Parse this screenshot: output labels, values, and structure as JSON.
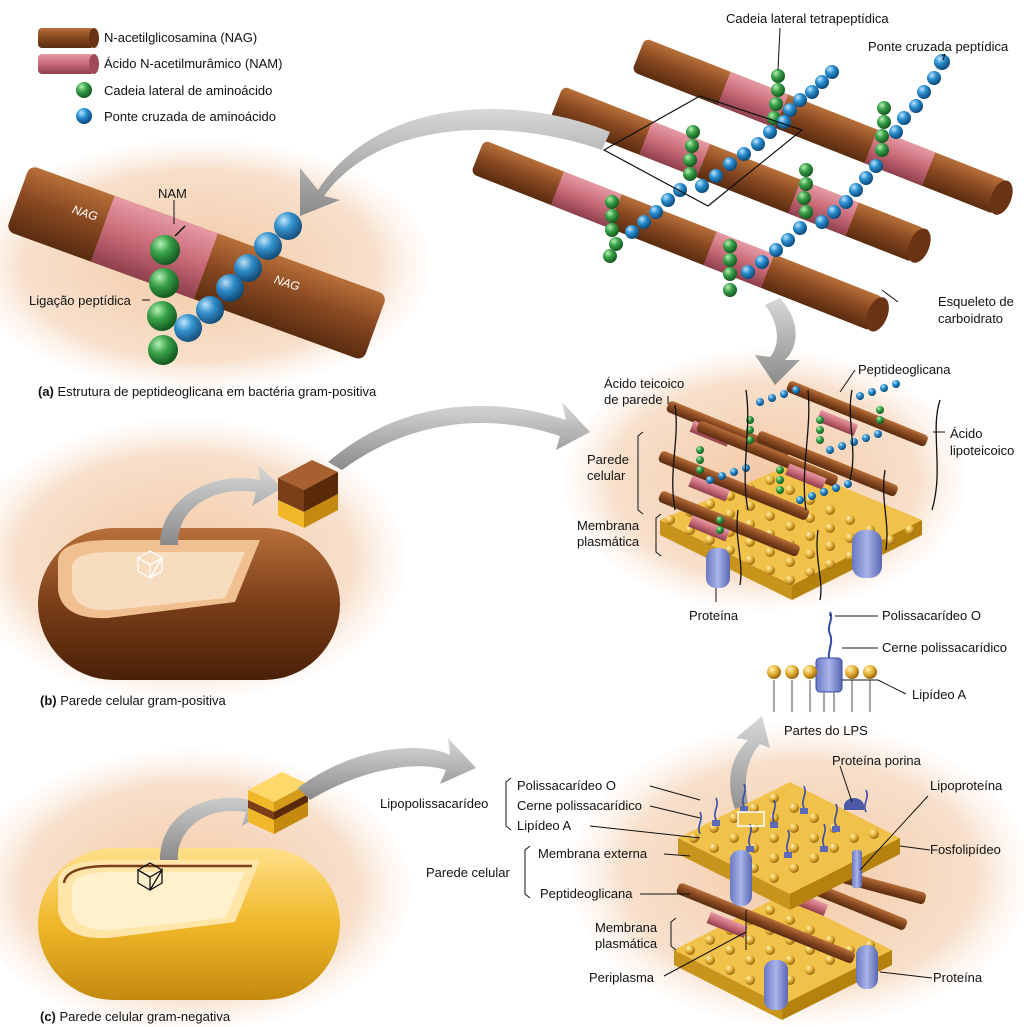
{
  "legend": {
    "nag": "N-acetilglicosamina (NAG)",
    "nam": "Ácido N-acetilmurâmico (NAM)",
    "side_chain": "Cadeia lateral de aminoácido",
    "cross_bridge": "Ponte cruzada de aminoácido"
  },
  "top_labels": {
    "tetrapeptide": "Cadeia lateral tetrapeptídica",
    "peptide_bridge": "Ponte cruzada peptídica",
    "carb_backbone_1": "Esqueleto de",
    "carb_backbone_2": "carboidrato"
  },
  "zoom_labels": {
    "nam": "NAM",
    "nag_left": "NAG",
    "nag_right": "NAG",
    "peptide_bond": "Ligação peptídica"
  },
  "captions": {
    "a_letter": "(a)",
    "a_text": "Estrutura de peptideoglicana em bactéria gram-positiva",
    "b_letter": "(b)",
    "b_text": "Parede celular gram-positiva",
    "c_letter": "(c)",
    "c_text": "Parede celular gram-negativa"
  },
  "gram_positive_labels": {
    "teichoic_1": "Ácido teicoico",
    "teichoic_2": "de parede",
    "peptidoglycan": "Peptideoglicana",
    "cell_wall_1": "Parede",
    "cell_wall_2": "celular",
    "lipoteichoic_1": "Ácido",
    "lipoteichoic_2": "lipoteicoico",
    "membrane_1": "Membrana",
    "membrane_2": "plasmática",
    "protein": "Proteína"
  },
  "lps_labels": {
    "o_polysaccharide": "Polissacarídeo O",
    "core_polysaccharide": "Cerne polissacarídico",
    "lipid_a": "Lipídeo A",
    "lps_parts": "Partes do LPS"
  },
  "gram_negative_labels": {
    "lipopolysaccharide": "Lipopolissacarídeo",
    "o_polysaccharide": "Polissacarídeo O",
    "core_polysaccharide": "Cerne polissacarídico",
    "lipid_a": "Lipídeo A",
    "porin": "Proteína porina",
    "lipoprotein": "Lipoproteína",
    "cell_wall": "Parede celular",
    "outer_membrane": "Membrana externa",
    "phospholipid": "Fosfolipídeo",
    "peptidoglycan": "Peptideoglicana",
    "membrane_1": "Membrana",
    "membrane_2": "plasmática",
    "periplasm": "Periplasma",
    "protein": "Proteína"
  },
  "colors": {
    "nag_brown": "#8a4a22",
    "nam_pink": "#c96a78",
    "amino_green": "#3aa24a",
    "bridge_blue": "#2a8fd0",
    "lipid_gold": "#e8b53a",
    "peach_bg": "#f6d9c2",
    "gram_pos_cell": "#7a3e18",
    "gram_neg_cell": "#f0b828",
    "arrow_gray": "#9a9a9a"
  }
}
